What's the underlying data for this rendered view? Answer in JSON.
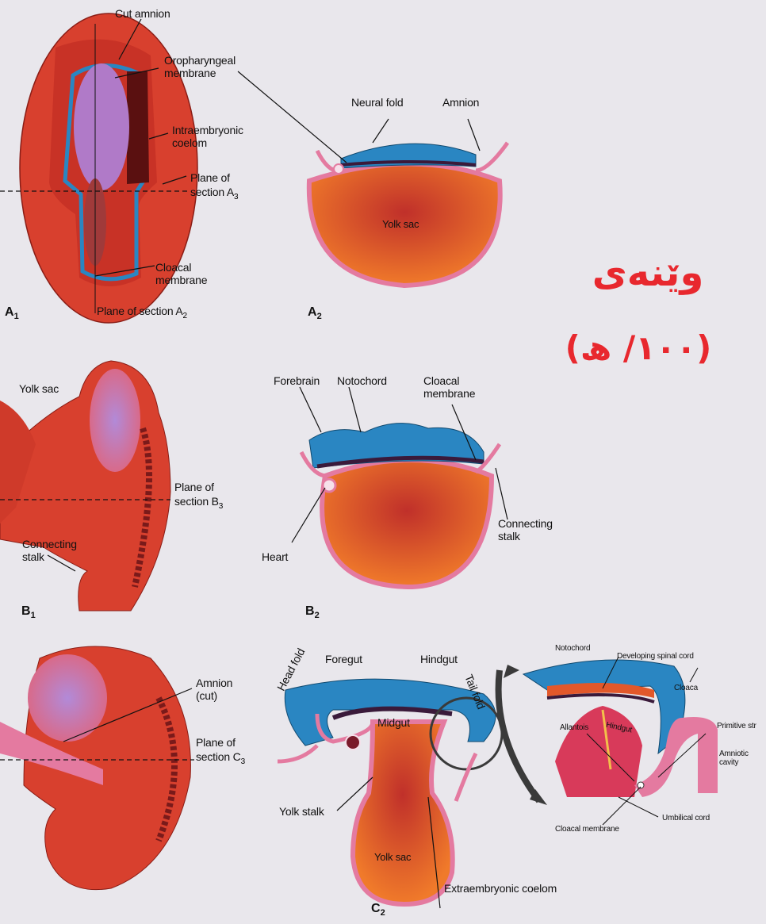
{
  "figure": {
    "panels": {
      "a1": "A",
      "a2": "A",
      "b1": "B",
      "b2": "B",
      "c2": "C",
      "sub1": "1",
      "sub2": "2"
    },
    "labels": {
      "cut_amnion": "Cut amnion",
      "oropharyngeal_membrane": "Oropharyngeal\nmembrane",
      "intraembryonic_coelom": "Intraembryonic\ncoelom",
      "plane_of_section_a3": "Plane of\nsection A",
      "sub3": "3",
      "cloacal_membrane_a1": "Cloacal\nmembrane",
      "plane_of_section_a2": "Plane of section A",
      "sub2": "2",
      "neural_fold": "Neural fold",
      "amnion_a2": "Amnion",
      "yolk_sac_a2": "Yolk sac",
      "yolk_sac_b1": "Yolk sac",
      "plane_of_section_b3": "Plane of\nsection B",
      "connecting_stalk_b1": "Connecting\nstalk",
      "forebrain": "Forebrain",
      "notochord_b2": "Notochord",
      "cloacal_membrane_b2": "Cloacal\nmembrane",
      "heart": "Heart",
      "connecting_stalk_b2": "Connecting\nstalk",
      "amnion_cut": "Amnion\n(cut)",
      "plane_of_section_c3": "Plane of\nsection C",
      "foregut": "Foregut",
      "hindgut": "Hindgut",
      "head_fold": "Head fold",
      "tail_fold": "Tail fold",
      "midgut": "Midgut",
      "yolk_stalk": "Yolk stalk",
      "yolk_sac_c2": "Yolk sac",
      "extraembryonic_coelom": "Extraembryonic coelom",
      "notochord_detail": "Notochord",
      "developing_spinal_cord": "Developing spinal cord",
      "cloaca": "Cloaca",
      "primitive_streak": "Primitive str",
      "amniotic_cavity": "Amniotic\ncavity",
      "allantois": "Allantois",
      "hindgut_detail": "Hindgut",
      "cloacal_membrane_detail": "Cloacal membrane",
      "umbilical_cord": "Umbilical cord"
    },
    "kurdish_title": "وێنەی",
    "kurdish_caption": "(١٠٠/ ھ)",
    "colors": {
      "background": "#e9e7ec",
      "embryo_red": "#d8402e",
      "yolk_orange": "#e2582a",
      "amnion_pink": "#e47aa0",
      "neural_blue": "#2a86c2",
      "gut_dark": "#3a1a3a",
      "violet": "#b07ac8",
      "title_red": "#e8282e"
    }
  }
}
